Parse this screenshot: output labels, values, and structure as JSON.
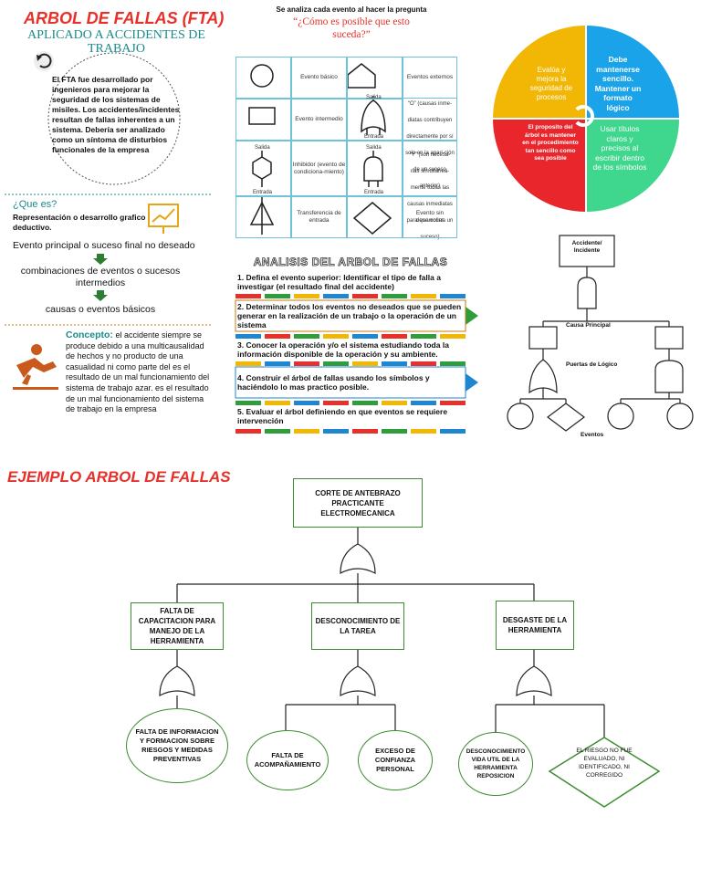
{
  "header": {
    "title": "ARBOL DE FALLAS (FTA)",
    "subtitle_line1": "APLICADO A ACCIDENTES DE",
    "subtitle_line2": "TRABAJO",
    "intro": "El FTA fue desarrollado por ingenieros para mejorar la seguridad de los sistemas de misiles. Los accidentes/incidentes resultan de fallas inherentes a un sistema. Debería ser analizado como un síntoma de disturbios funcionales de la empresa"
  },
  "question": {
    "top": "Se analiza cada evento al hacer la pregunta",
    "quote_line1": "“¿Cómo es posible que esto",
    "quote_line2": "suceda?”"
  },
  "what": {
    "heading": "¿Que es?",
    "text": "Representación o desarrollo grafico deductivo.",
    "flow": [
      "Evento principal o suceso final no deseado",
      "combinaciones de eventos o sucesos intermedios",
      "causas o eventos básicos"
    ]
  },
  "concept": {
    "heading": "Concepto:",
    "text": "el accidente siempre se produce debido a una multicausalidad de hechos y no producto de una casualidad ni como parte del es el resultado de un mal funcionamiento del sistema de trabajo azar. es el resultado de un mal funcionamiento del sistema de trabajo en la empresa"
  },
  "symbols": {
    "basic": "Evento básico",
    "external": "Eventos externos",
    "intermediate": "Evento intermedio",
    "or_desc": "“O” (causas inme-diatas contribuyen directamente por sí solo en la apari-ción de un suceso anterior)",
    "inhibitor": "Inhibidor (evento de condiciona-miento)",
    "and_desc": "“Y” (son necesa-rias simultánea-mente todas las causas inmediatas para que ocurra un suceso)",
    "transfer": "Transferencia de entrada",
    "undeveloped": "Evento sin desarrollar",
    "salida": "Salida",
    "entrada": "Entrada"
  },
  "wheel": {
    "q1": "Evalúa y mejora la seguridad de procesos",
    "q2": "Debe mantenerse sencillo. Mantener un formato lógico",
    "q3": "El proposito del árbol es mantener en el procedimiento tan sencillo como sea posible",
    "q4": "Usar títulos claros y precisos al escribir dentro de los símbolos",
    "colors": [
      "#f2b705",
      "#1aa3e8",
      "#e8262c",
      "#3fd68e"
    ]
  },
  "analysis": {
    "title": "ANALISIS DEL ARBOL DE FALLAS",
    "steps": [
      "1. Defina el evento superior: Identificar el tipo de falla a investigar (el resultado final del accidente)",
      "2. Determinar todos los eventos no deseados que se pueden generar en la realización de un trabajo o la operación de un sistema",
      "3. Conocer la operación y/o el sistema estudiando toda la información disponible de la operación y su ambiente.",
      "4. Construir el árbol de fallas usando los símbolos y haciéndolo lo mas practico posible.",
      "5. Evaluar el árbol definiendo en que eventos se requiere intervención"
    ]
  },
  "model": {
    "top": "Accidente/ Incidente",
    "main_cause": "Causa Principal",
    "gates": "Puertas de Lógico",
    "events": "Eventos"
  },
  "example": {
    "title": "EJEMPLO ARBOL DE FALLAS",
    "top": "CORTE DE ANTEBRAZO PRACTICANTE ELECTROMECANICA",
    "mid": [
      "FALTA DE CAPACITACION PARA MANEJO DE LA HERRAMIENTA",
      "DESCONOCIMIENTO DE LA TAREA",
      "DESGASTE DE LA HERRAMIENTA"
    ],
    "leaf1": "FALTA DE INFORMACION Y FORMACION SOBRE RIESGOS Y MEDIDAS PREVENTIVAS",
    "leaf2": "FALTA DE ACOMPAÑAMIENTO",
    "leaf3": "EXCESO DE CONFIANZA PERSONAL",
    "leaf4": "DESCONOCIMIENTO VIDA UTIL DE LA HERRAMIENTA REPOSICION",
    "leaf5": "EL RIESGO NO FUE EVALUADO, NI IDENTIFICADO, NI CORREGIDO"
  }
}
